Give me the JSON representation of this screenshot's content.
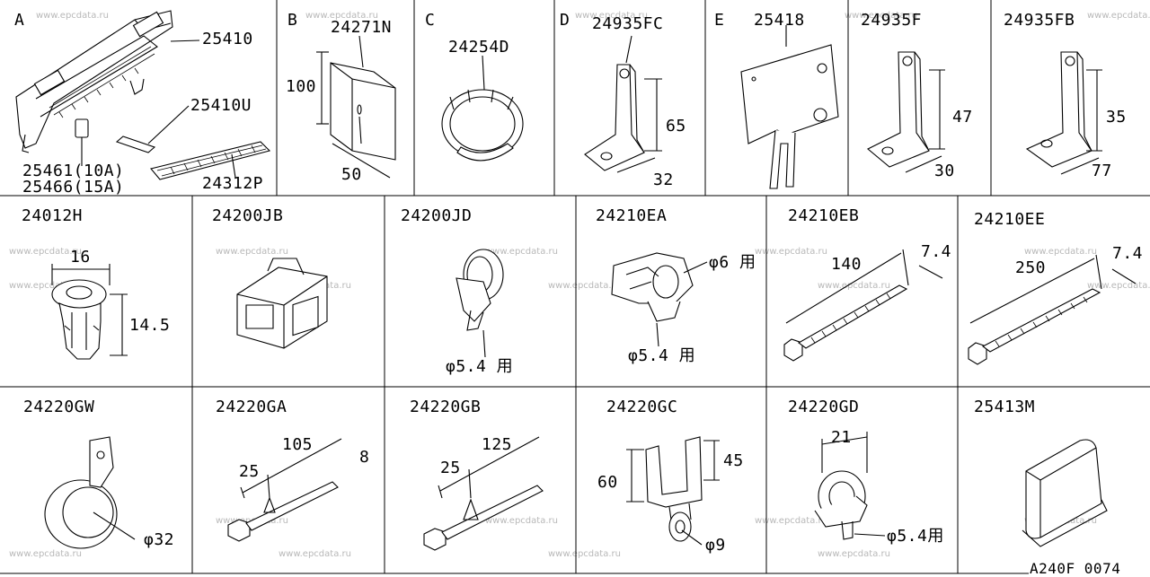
{
  "watermark": "www.epcdata.ru",
  "drawing_code": "A240F 0074",
  "sections": {
    "A": {
      "letter": "A",
      "parts": [
        "25410",
        "25410U",
        "25461(10A)",
        "25466(15A)",
        "24312P"
      ]
    },
    "B": {
      "letter": "B",
      "part": "24271N",
      "dims": [
        "100",
        "50"
      ]
    },
    "C": {
      "letter": "C",
      "part": "24254D"
    },
    "D": {
      "letter": "D",
      "part": "24935FC",
      "dims": [
        "65",
        "32"
      ]
    },
    "E": {
      "letter": "E",
      "part": "25418"
    },
    "F": {
      "part": "24935F",
      "dims": [
        "47",
        "30"
      ]
    },
    "FB": {
      "part": "24935FB",
      "dims": [
        "35",
        "77"
      ]
    },
    "H": {
      "part": "24012H",
      "dims": [
        "16",
        "14.5"
      ]
    },
    "JB": {
      "part": "24200JB"
    },
    "JD": {
      "part": "24200JD",
      "note": "φ5.4 用"
    },
    "EA": {
      "part": "24210EA",
      "notes": [
        "φ6 用",
        "φ5.4 用"
      ]
    },
    "EB": {
      "part": "24210EB",
      "dims": [
        "140",
        "7.4"
      ]
    },
    "EE": {
      "part": "24210EE",
      "dims": [
        "250",
        "7.4"
      ]
    },
    "GW": {
      "part": "24220GW",
      "note": "φ32"
    },
    "GA": {
      "part": "24220GA",
      "dims": [
        "105",
        "25",
        "8"
      ]
    },
    "GB": {
      "part": "24220GB",
      "dims": [
        "125",
        "25"
      ]
    },
    "GC": {
      "part": "24220GC",
      "dims": [
        "45",
        "60"
      ],
      "note": "φ9"
    },
    "GD": {
      "part": "24220GD",
      "dims": [
        "21"
      ],
      "note": "φ5.4用"
    },
    "M": {
      "part": "25413M"
    }
  }
}
